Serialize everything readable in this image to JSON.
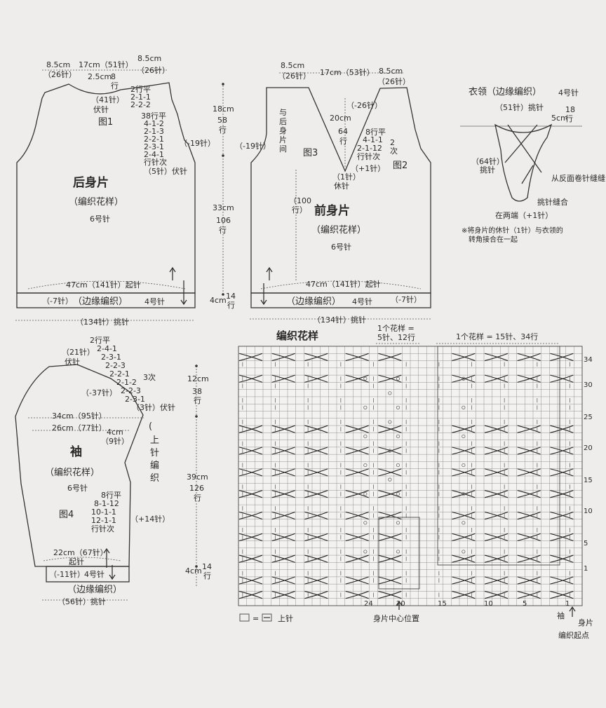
{
  "back": {
    "title": "后身片",
    "pattern": "（编织花样）",
    "needle": "6号针",
    "fig": "图1",
    "shoulder_l": "8.5cm",
    "shoulder_l_st": "（26针）",
    "neck_w": "17cm（51针）",
    "shoulder_r": "8.5cm",
    "shoulder_r_st": "（26针）",
    "neck_depth": "2.5cm",
    "neck_rows": "8",
    "neck_rows2": "行",
    "neck_cast": "（41针）",
    "neck_cast2": "伏针",
    "neck_dec": [
      "2行平",
      "2-1-1",
      "2-2-2"
    ],
    "arm_dec": [
      "38行平",
      "4-1-2",
      "2-1-3",
      "2-2-1",
      "2-3-1",
      "2-4-1",
      "行针次",
      "（5针）伏针"
    ],
    "arm_total": "（-19针）",
    "cast_on": "47cm（141针）起针",
    "edge_l": "（-7针）",
    "edge": "（边缘编织）",
    "edge_needle": "4号针",
    "pick_up": "（134针）挑针"
  },
  "dims": {
    "armhole_cm": "18cm",
    "armhole_rows": "58",
    "armhole_rows_unit": "行",
    "body_cm": "33cm",
    "body_rows": "106",
    "body_rows_unit": "行",
    "edge_cm": "4cm",
    "edge_rows": "14",
    "edge_rows_unit": "行"
  },
  "front": {
    "title": "前身片",
    "pattern": "（编织花样）",
    "needle": "6号针",
    "fig3": "图3",
    "fig2": "图2",
    "shoulder_l": "8.5cm",
    "shoulder_l_st": "（26针）",
    "neck_w": "17cm（53针）",
    "shoulder_r": "8.5cm",
    "shoulder_r_st": "（26针）",
    "neck_total": "（-26针）",
    "neck_cm": "20cm",
    "neck_rows": "64",
    "neck_rows_unit": "行",
    "neck_dec": [
      "8行平",
      "4-1-1",
      "2-1-12",
      "行针次"
    ],
    "neck_times": "2",
    "neck_times_unit": "次",
    "center": "（1针）",
    "center2": "休针",
    "center_add": "（+1针）",
    "sew_note": [
      "与",
      "后",
      "身",
      "片",
      "间"
    ],
    "arm_total": "（-19针）",
    "body_rows": "（100",
    "body_rows2": "行）",
    "cast_on": "47cm（141针）起针",
    "edge": "（边缘编织）",
    "edge_needle": "4号针",
    "edge_r": "（-7针）",
    "pick_up": "（134针）挑针"
  },
  "collar": {
    "title": "衣领（边缘编织）",
    "needle": "4号针",
    "pick": "（51针）挑针",
    "width": "5cm",
    "rows": "18",
    "rows_unit": "行",
    "pick2": "（64针）",
    "pick2b": "挑针",
    "sew_back": "从反面卷针缝缝合",
    "sew_pick": "挑针缝合",
    "ends": "在两端（+1针）",
    "note1": "※将身片的休针（1针）与衣领的",
    "note2": "转角接合在一起"
  },
  "sleeve": {
    "title": "袖",
    "pattern": "（编织花样）",
    "needle": "6号针",
    "fig": "图4",
    "top_st": "（21针）",
    "top_st2": "伏针",
    "cap_dec": [
      "2行平",
      "2-4-1",
      "2-3-1",
      "2-2-3",
      "2-2-1",
      "2-1-2",
      "2-2-3",
      "2-3-1"
    ],
    "cap_times": "3次",
    "cap_total": "（-37针）",
    "cap_cast": "（3针）伏针",
    "w34": "34cm（95针）",
    "w26": "26cm（77针）",
    "top_w": "4cm",
    "top_st3": "（9针）",
    "top_knit": [
      "上",
      "针",
      "编",
      "织"
    ],
    "inc": [
      "8行平",
      "8-1-12",
      "10-1-1",
      "12-1-1",
      "行针次"
    ],
    "inc_total": "（+14针）",
    "cast_on": "22cm（67针）",
    "cast_on2": "起针",
    "edge_l": "（-11针）",
    "edge_needle": "4号针",
    "edge": "（边缘编织）",
    "pick_up": "（56针）挑针",
    "cap_cm": "12cm",
    "cap_rows": "38",
    "cap_rows_unit": "行",
    "body_cm": "39cm",
    "body_rows": "126",
    "body_rows_unit": "行",
    "edge_cm": "4cm",
    "edge_rows": "14",
    "edge_rows_unit": "行"
  },
  "chart": {
    "title": "编织花样",
    "repeat1": "1个花样 =",
    "repeat1b": "5针、12行",
    "repeat2": "1个花样 = 15针、34行",
    "legend_eq": "=",
    "legend_txt": "上针",
    "center": "身片中心位置",
    "sleeve_lbl": "袖",
    "body_lbl": "身片",
    "start": "编织起点",
    "row_labels": [
      "34",
      "30",
      "25",
      "20",
      "15",
      "10",
      "5",
      "1"
    ],
    "col_labels": [
      "24",
      "20",
      "15",
      "10",
      "5",
      "1"
    ]
  }
}
